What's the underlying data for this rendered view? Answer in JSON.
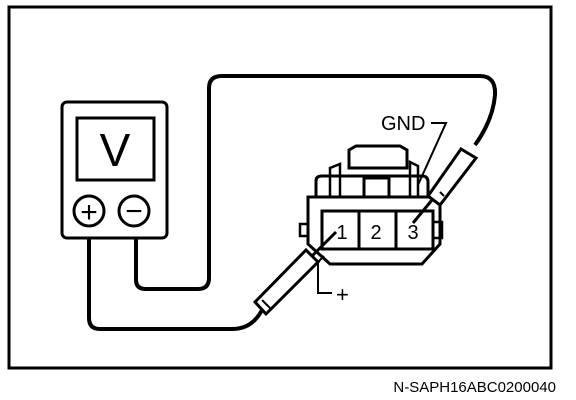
{
  "meter": {
    "display_symbol": "V",
    "plus_symbol": "+",
    "minus_symbol": "−"
  },
  "connector": {
    "pins": [
      "1",
      "2",
      "3"
    ]
  },
  "labels": {
    "gnd": "GND",
    "plus": "+"
  },
  "figure_code": "N-SAPH16ABC0200040",
  "colors": {
    "line": "#000000",
    "background": "#ffffff"
  }
}
